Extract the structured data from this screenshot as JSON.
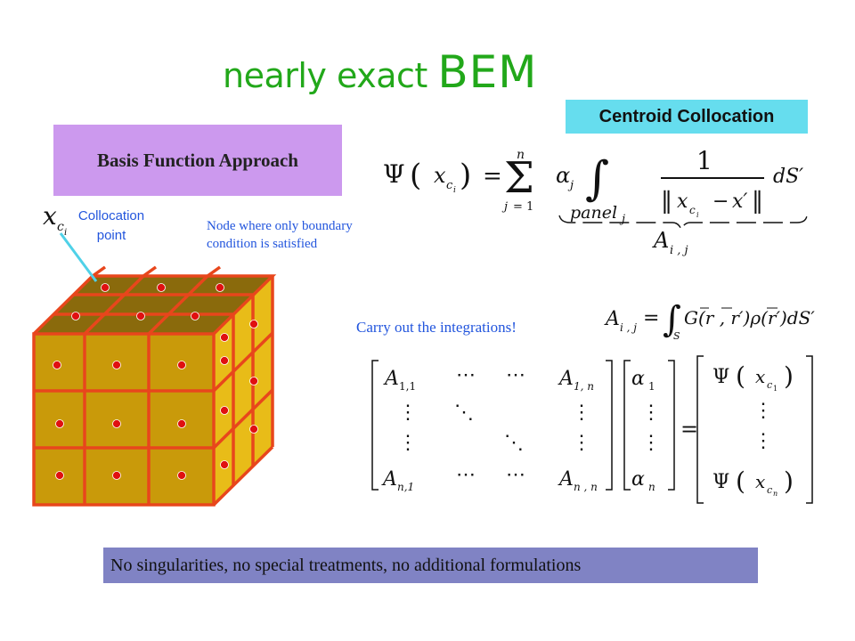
{
  "title": {
    "part1": "nearly exact ",
    "part2": "BEM"
  },
  "centroid_label": "Centroid Collocation",
  "basis_label": "Basis Function Approach",
  "collocation_label_line1": "Collocation",
  "collocation_label_line2": "point",
  "node_label_line1": "Node where only boundary",
  "node_label_line2": "condition is satisfied",
  "carry_label": "Carry out the integrations!",
  "bottom_label": "No singularities, no special treatments, no additional formulations",
  "colors": {
    "title": "#22a81a",
    "accent_blue": "#2255dd",
    "centroid_bg": "#66ddee",
    "basis_bg": "#cc99ee",
    "bottom_bg": "#8083c4",
    "cube_front": "#c99a0a",
    "cube_top": "#8a6a0c",
    "cube_side": "#e8bc18",
    "cube_edge": "#e8461c",
    "node_dot": "#e01010"
  }
}
